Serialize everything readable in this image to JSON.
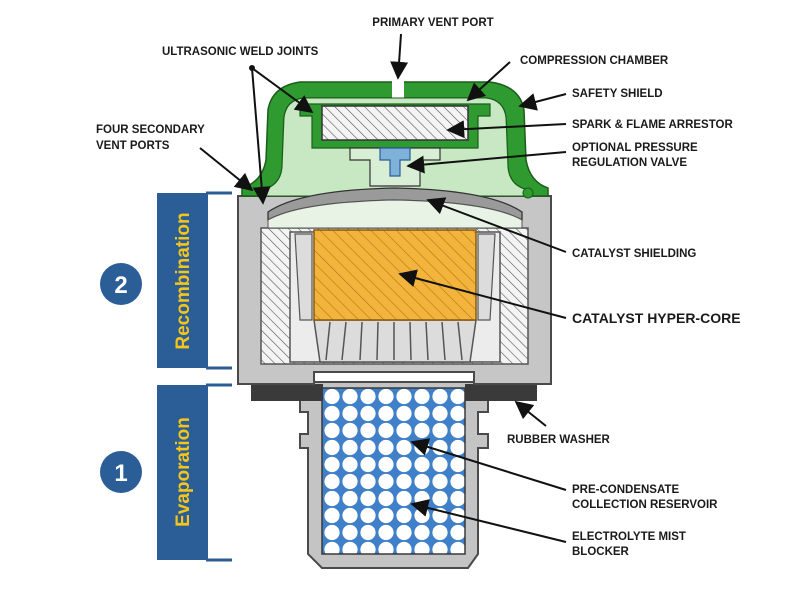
{
  "labels": {
    "primary_vent_port": "PRIMARY VENT PORT",
    "ultrasonic_weld_joints": "ULTRASONIC WELD JOINTS",
    "compression_chamber": "COMPRESSION CHAMBER",
    "safety_shield": "SAFETY SHIELD",
    "four_secondary_1": "FOUR SECONDARY",
    "four_secondary_2": "VENT PORTS",
    "spark_flame_arrestor": "SPARK & FLAME ARRESTOR",
    "optional_valve_1": "OPTIONAL PRESSURE",
    "optional_valve_2": "REGULATION VALVE",
    "catalyst_shielding": "CATALYST SHIELDING",
    "catalyst_hyper_core": "CATALYST HYPER-CORE",
    "rubber_washer": "RUBBER WASHER",
    "pre_condensate_1": "PRE-CONDENSATE",
    "pre_condensate_2": "COLLECTION RESERVOIR",
    "mist_blocker_1": "ELECTROLYTE MIST",
    "mist_blocker_2": "BLOCKER"
  },
  "stages": [
    {
      "number": "2",
      "name": "Recombination"
    },
    {
      "number": "1",
      "name": "Evaporation"
    }
  ],
  "colors": {
    "stage_blue": "#2b5d96",
    "stage_text": "#f5c518",
    "shield_green": "#2f9a2f",
    "chamber_green": "#c7e8c2",
    "housing_gray": "#c4c4c4",
    "core_orange": "#f2b43c",
    "bead_blue": "#3f80c8",
    "washer_dark": "#3a3a3a"
  }
}
